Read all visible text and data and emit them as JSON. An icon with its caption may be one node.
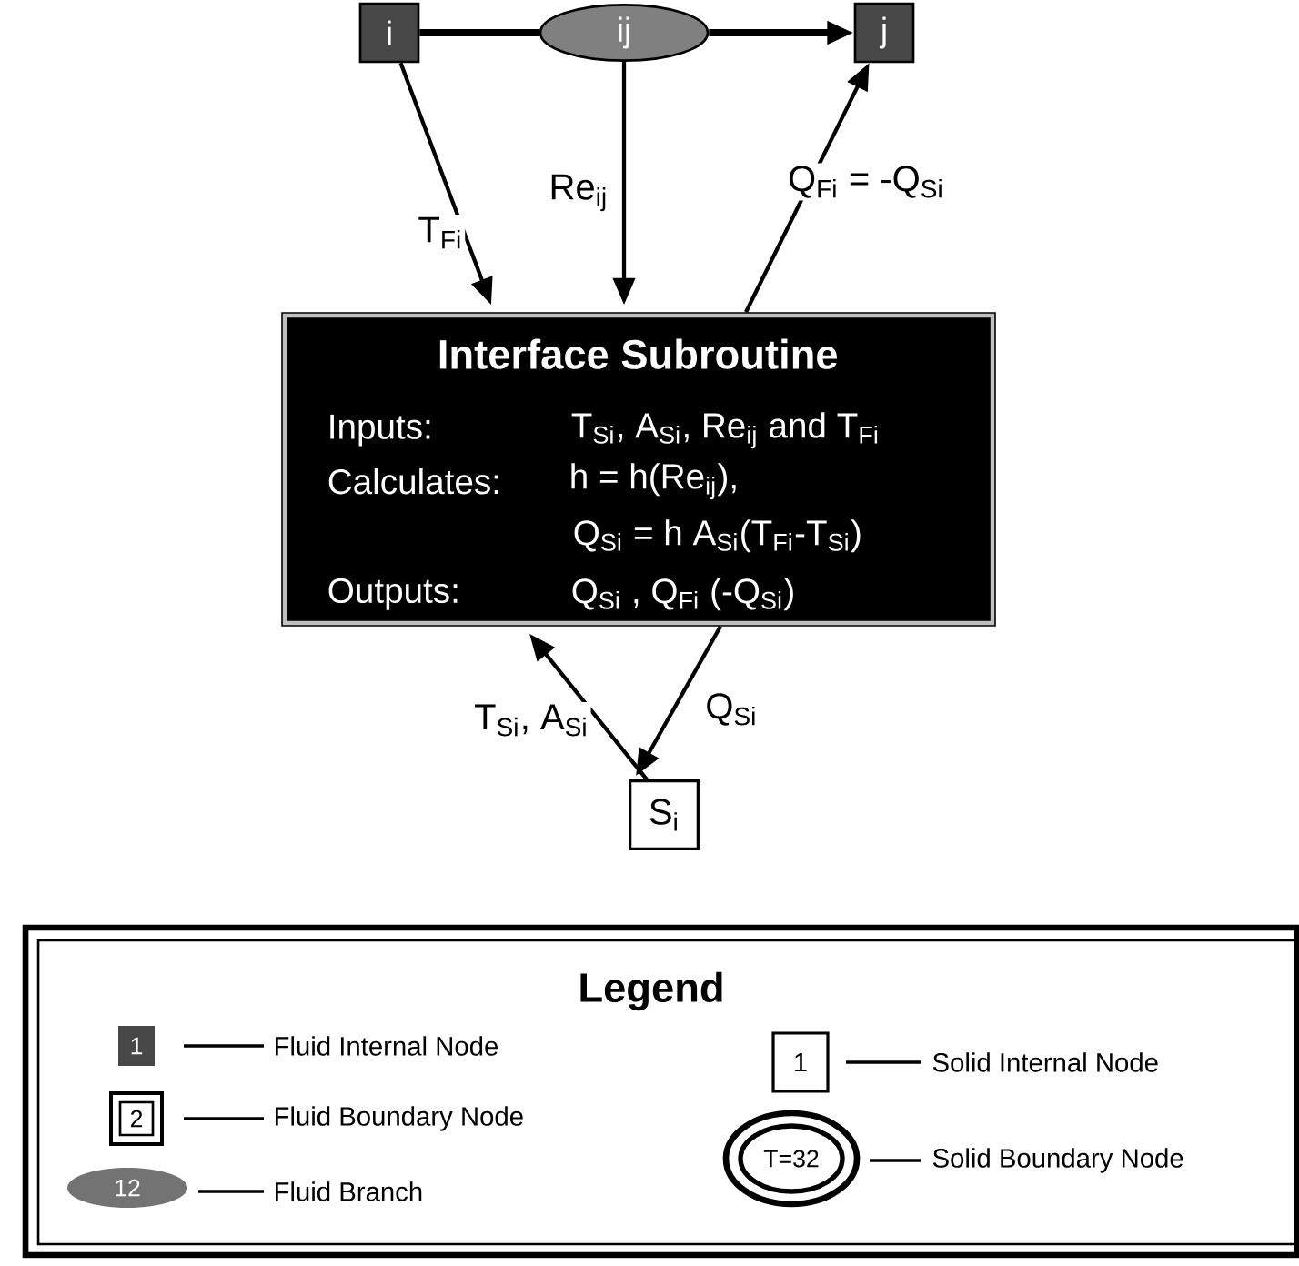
{
  "diagram": {
    "nodes": [
      {
        "text": [
          "i"
        ]
      },
      {
        "text": [
          "ij"
        ]
      },
      {
        "text": [
          "j"
        ]
      },
      {
        "text": [
          "Interface Subroutine",
          "Inputs:",
          "T$_{Si}$, A$_{Si}$, Re$_{ij}$ and T$_{Fi}$",
          "Calculates:",
          "h = h(Re$_{ij}$),",
          "Q$_{Si}$ = h A$_{Si}$(T$_{Fi}$-T$_{Si}$)",
          "Outputs:",
          "Q$_{Si}$ , Q$_{Fi}$ (-Q$_{Si}$)"
        ]
      },
      {
        "text": [
          "S$_{i}$"
        ]
      }
    ],
    "edges": [
      {
        "from": 0,
        "to": 1,
        "arrow": "none",
        "style": "thick"
      },
      {
        "from": 1,
        "to": 2,
        "arrow": "to",
        "style": "thick"
      },
      {
        "from": 0,
        "to": 3,
        "arrow": "to",
        "label": "T$_{Fi}$"
      },
      {
        "from": 1,
        "to": 3,
        "arrow": "to",
        "label": "Re$_{ij}$"
      },
      {
        "from": 3,
        "to": 2,
        "arrow": "to",
        "label": "Q$_{Fi}$ = -Q$_{Si}$"
      },
      {
        "from": 4,
        "to": 3,
        "arrow": "to",
        "label": "T$_{Si}$, A$_{Si}$"
      },
      {
        "from": 3,
        "to": 4,
        "arrow": "to",
        "label": "Q$_{Si}$"
      }
    ],
    "labels": [
      "Legend",
      "1",
      "2",
      "12",
      "1",
      "T=32"
    ],
    "legend": [
      {
        "text": "Fluid Internal Node"
      },
      {
        "text": "Fluid Boundary Node"
      },
      {
        "text": "Fluid Branch"
      },
      {
        "text": "Solid Internal Node"
      },
      {
        "text": "Solid Boundary Node"
      }
    ]
  }
}
